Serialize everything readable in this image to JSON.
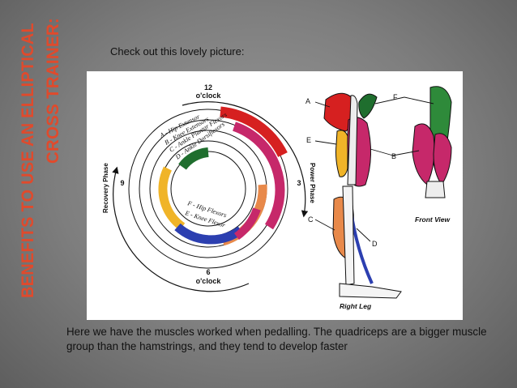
{
  "slide": {
    "side_title_line1": "BENEFITS TO USE AN ELLIPTICAL",
    "side_title_line2": "CROSS TRAINER:",
    "title_color": "#e04a2c",
    "caption": "Check out this lovely picture:",
    "body_text": "Here we have the muscles worked when pedalling. The quadriceps are a bigger muscle group than the hamstrings, and they tend to develop faster"
  },
  "figure": {
    "clock": {
      "top_number": "12",
      "top_label": "o'clock",
      "bottom_number": "6",
      "bottom_label": "o'clock",
      "left_number": "9",
      "right_number": "3",
      "left_phase": "Recovery Phase",
      "right_phase": "Power Phase"
    },
    "arc_labels": {
      "a": "A - Hip Extensor",
      "b": "B - Knee Extensors",
      "c": "C - Ankle Plantar Flexors",
      "d": "D - Ankle Dorsiflexors",
      "f": "F - Hip Flexors",
      "e": "E - Knee Flexor"
    },
    "leg_letters": {
      "a": "A",
      "b": "B",
      "c": "C",
      "d": "D",
      "e": "E",
      "f": "F"
    },
    "side_caption": "Right Leg",
    "front_caption": "Front View",
    "colors": {
      "hip_extensor": "#d62020",
      "knee_extensors": "#c6286a",
      "plantar_flexors": "#e8894a",
      "dorsiflexors": "#1f6e2e",
      "hip_flexors": "#f0b428",
      "knee_flexor": "#2c3fb0"
    }
  }
}
